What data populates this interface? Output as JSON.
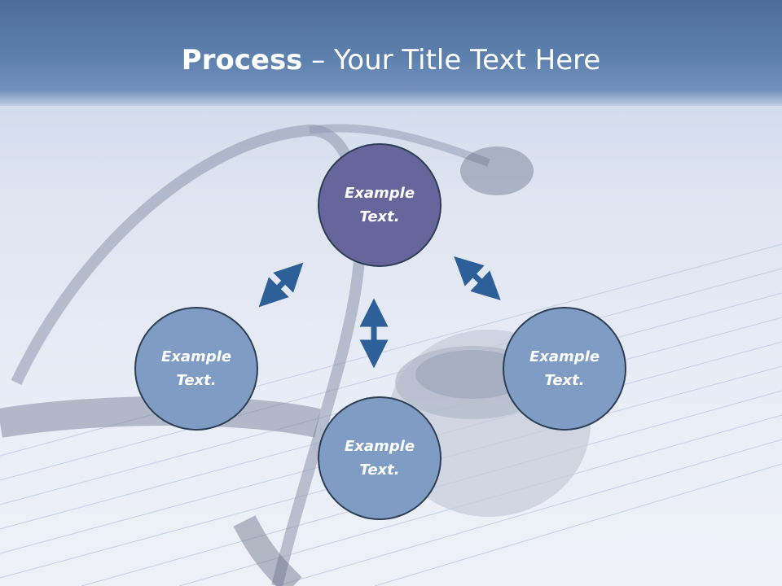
{
  "title": {
    "bold": "Process",
    "rest": " – Your Title Text Here"
  },
  "nodes": {
    "top": "Example\nText.",
    "left": "Example\nText.",
    "right": "Example\nText.",
    "bottom": "Example\nText."
  },
  "colors": {
    "header": "#5d80ad",
    "top_circle": "#67669c",
    "side_circle": "#7f9cc4",
    "arrow": "#2d6098"
  },
  "background": "stethoscope-on-notebook-photo"
}
